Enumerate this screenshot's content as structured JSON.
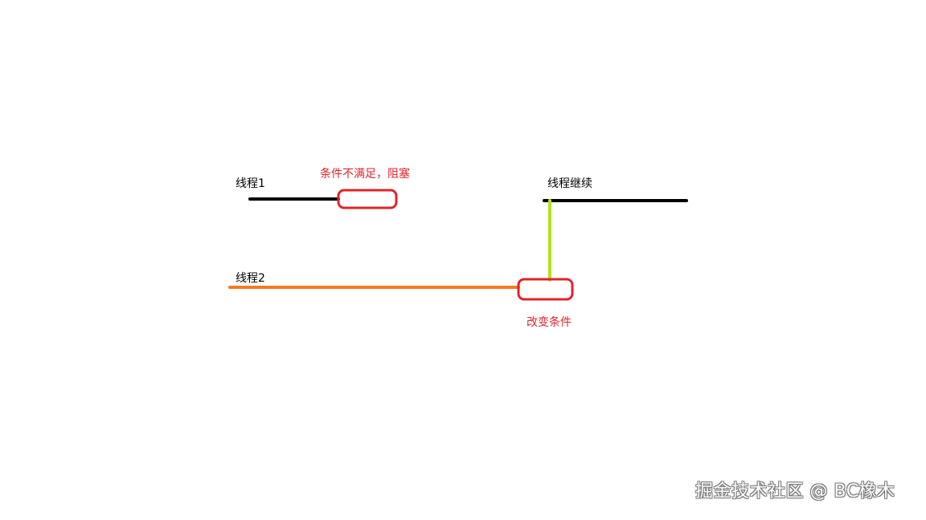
{
  "labels": {
    "thread1": "线程1",
    "blocked": "条件不满足，阻塞",
    "thread_continue": "线程继续",
    "thread2": "线程2",
    "change_condition": "改变条件"
  },
  "watermark": "掘金技术社区 @ BC橡木",
  "colors": {
    "thread_line": "#000000",
    "thread2_line": "#f47b20",
    "signal_line": "#b5e01c",
    "highlight_box": "#e0242b",
    "annotation_text": "#e0242b"
  }
}
